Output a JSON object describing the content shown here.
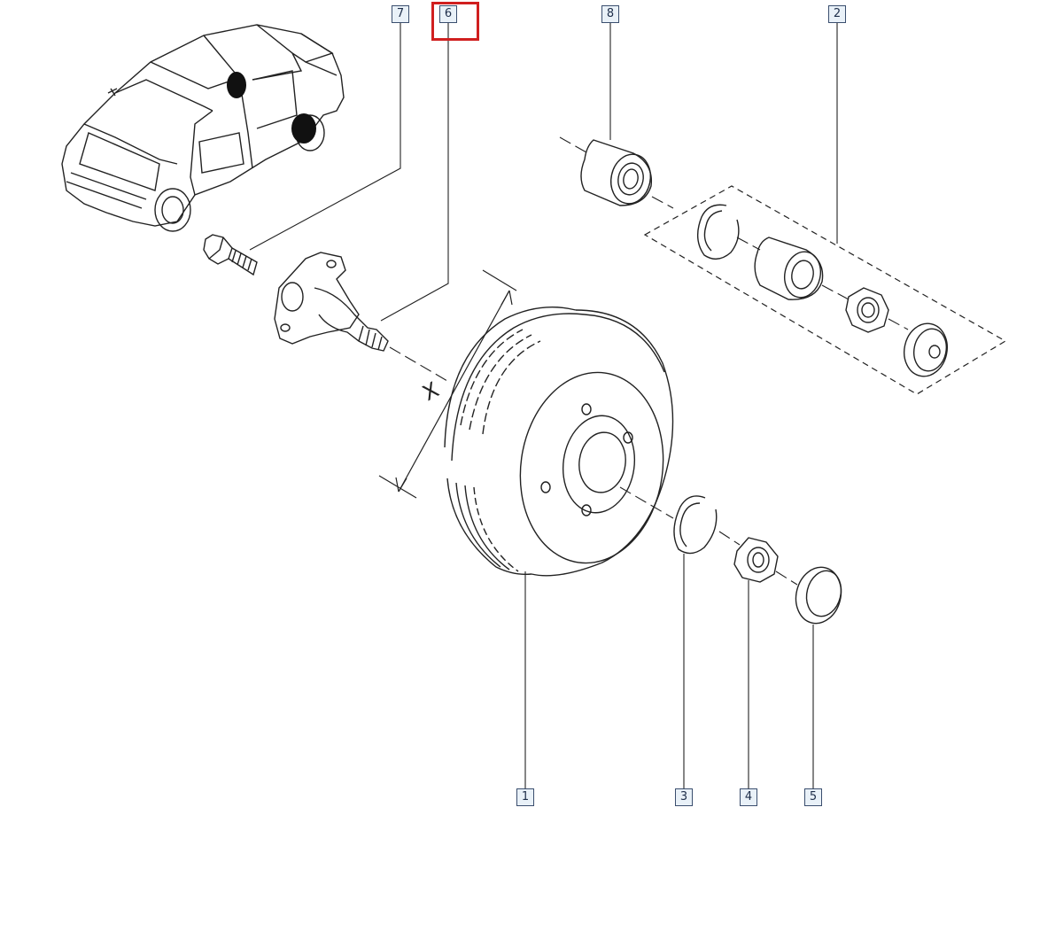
{
  "callouts": [
    {
      "id": "1",
      "part": "brake-drum"
    },
    {
      "id": "2",
      "part": "repair-kit-bearing-group"
    },
    {
      "id": "3",
      "part": "circlip"
    },
    {
      "id": "4",
      "part": "hub-nut"
    },
    {
      "id": "5",
      "part": "hub-cap"
    },
    {
      "id": "6",
      "part": "stub-axle",
      "selected": true
    },
    {
      "id": "7",
      "part": "stub-axle-bolt"
    },
    {
      "id": "8",
      "part": "wheel-bearing"
    }
  ],
  "dimension_label": "X",
  "colors": {
    "line": "#222222",
    "callout_border": "#3a4e6e",
    "callout_fill": "#e9f1f8",
    "highlight": "#d01f1f",
    "marker": "#111111"
  }
}
